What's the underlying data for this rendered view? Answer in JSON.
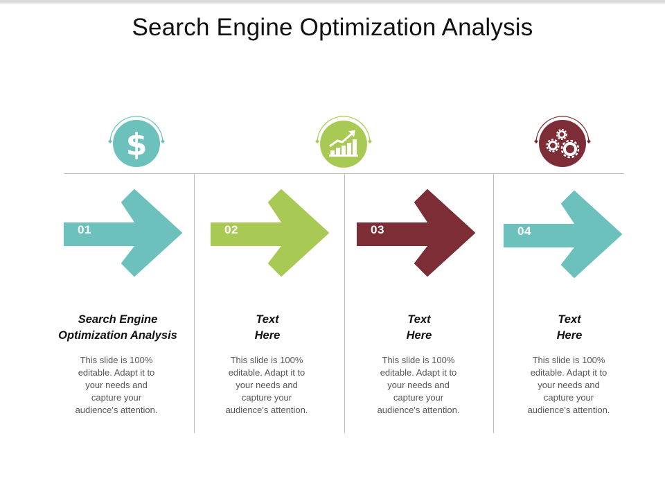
{
  "title": "Search Engine Optimization Analysis",
  "colors": {
    "teal": "#6cc1bd",
    "green": "#a9c955",
    "maroon": "#7d2d35",
    "line": "#bdbdbd"
  },
  "steps": [
    {
      "number": "01",
      "color": "#6cc1bd",
      "icon": "dollar-icon",
      "heading": [
        "Search Engine",
        "Optimization Analysis"
      ],
      "description": [
        "This slide is 100%",
        "editable. Adapt it to",
        "your needs and",
        "capture your",
        "audience's attention."
      ]
    },
    {
      "number": "02",
      "color": "#a9c955",
      "icon": "growth-chart-icon",
      "heading": [
        "Text",
        "Here"
      ],
      "description": [
        "This slide is 100%",
        "editable. Adapt it to",
        "your needs and",
        "capture your",
        "audience's attention."
      ]
    },
    {
      "number": "03",
      "color": "#7d2d35",
      "icon": "gears-icon",
      "heading": [
        "Text",
        "Here"
      ],
      "description": [
        "This slide is 100%",
        "editable. Adapt it to",
        "your needs and",
        "capture your",
        "audience's attention."
      ]
    },
    {
      "number": "04",
      "color": "#6cc1bd",
      "icon": "none",
      "heading": [
        "Text",
        "Here"
      ],
      "description": [
        "This slide is 100%",
        "editable. Adapt it to",
        "your needs and",
        "capture your",
        "audience's attention."
      ]
    }
  ]
}
